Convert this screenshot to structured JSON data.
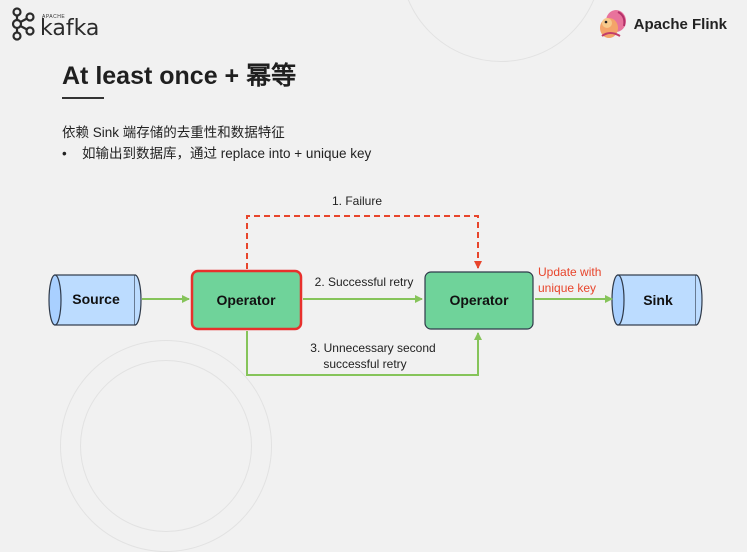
{
  "header": {
    "kafka_tag": "APACHE",
    "kafka_word": "kafka",
    "flink_word": "Apache Flink"
  },
  "slide": {
    "title": "At least once + 幂等",
    "line1": "依赖 Sink 端存储的去重性和数据特征",
    "bullet": "•",
    "line2": "如输出到数据库，通过 replace into + unique key"
  },
  "diagram": {
    "source": "Source",
    "operator_left": "Operator",
    "operator_right": "Operator",
    "sink": "Sink",
    "failure": "1. Failure",
    "retry": "2. Successful retry",
    "unnecessary_1": "3. Unnecessary second",
    "unnecessary_2": "successful retry",
    "update_1": "Update with",
    "update_2": "unique key"
  },
  "colors": {
    "green_fill": "#6fd39a",
    "green_line": "#86c45a",
    "red": "#e8452c",
    "blue_fill": "#bcdcff"
  }
}
